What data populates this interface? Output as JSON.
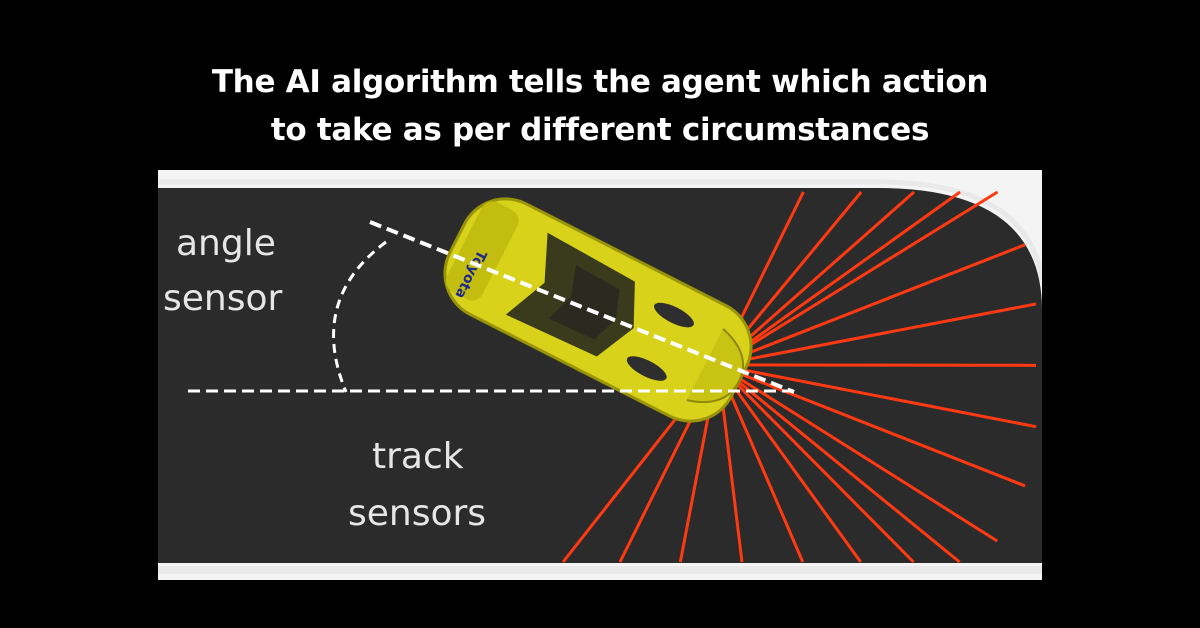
{
  "headline": {
    "line1": "The AI algorithm tells the agent which action",
    "line2": "to take as per different circumstances"
  },
  "diagram": {
    "angle_label_1": "angle",
    "angle_label_2": "sensor",
    "track_label_1": "track",
    "track_label_2": "sensors",
    "car_decal": "Toyota",
    "colors": {
      "background": "#000000",
      "track": "#2b2b2b",
      "track_edge": "#f2f2f2",
      "sensor_ray": "#ff3a12",
      "car_body": "#d8d21a",
      "reference_line": "#ffffff"
    },
    "sensor_ray_count": 19
  }
}
